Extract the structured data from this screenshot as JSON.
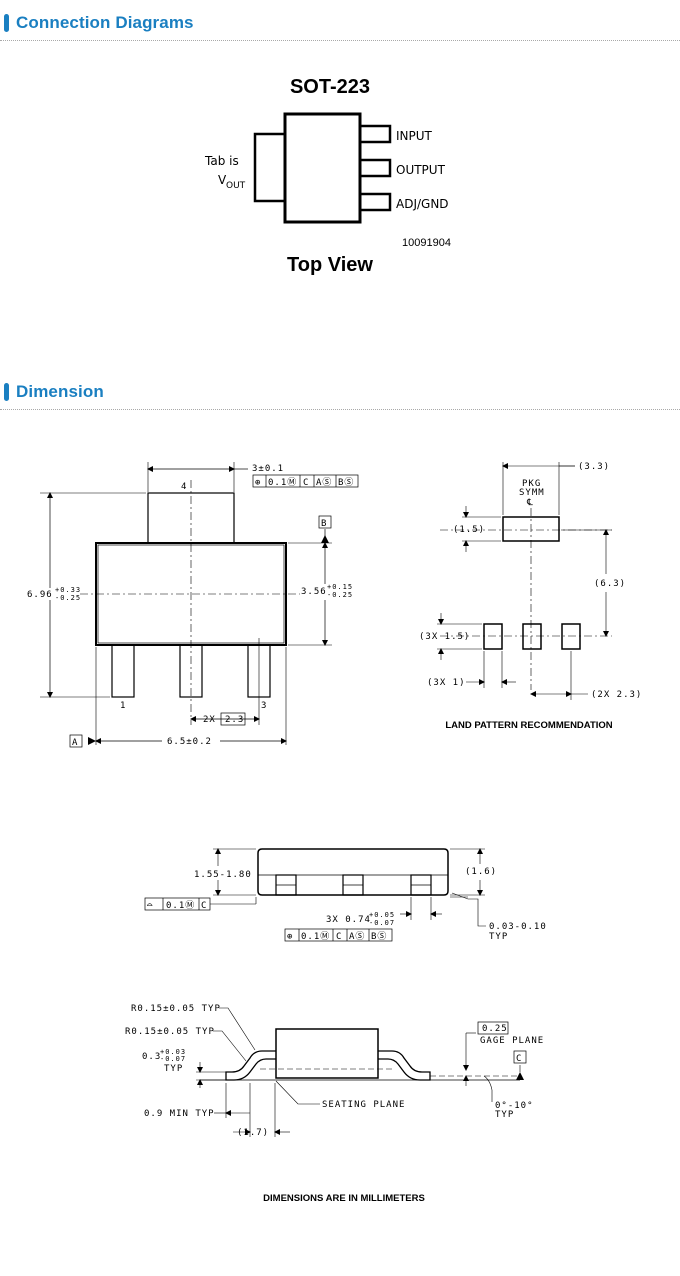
{
  "sections": {
    "connection_title": "Connection Diagrams",
    "dimension_title": "Dimension"
  },
  "connection": {
    "package": "SOT-223",
    "pins": [
      "INPUT",
      "OUTPUT",
      "ADJ/GND"
    ],
    "tab_line1": "Tab is",
    "tab_v": "V",
    "tab_sub": "OUT",
    "figure_id": "10091904",
    "view": "Top View"
  },
  "dimension": {
    "top_width": "3±0.1",
    "fcf1": [
      "⊕",
      "0.1Ⓜ",
      "C",
      "AⓈ",
      "BⓈ"
    ],
    "datum_a": "A",
    "datum_b": "B",
    "datum_c": "C",
    "pin4": "4",
    "pin1": "1",
    "pin3": "3",
    "height_main": "6.96",
    "height_tol_plus": "+0.33",
    "height_tol_minus": "-0.25",
    "body_h": "3.56",
    "body_h_plus": "+0.15",
    "body_h_minus": "-0.25",
    "pitch_prefix": "2X",
    "pitch_box": "2.3",
    "overall_width": "6.5±0.2",
    "land": {
      "pad_w": "(3.3)",
      "pkg_symm_1": "PKG",
      "pkg_symm_2": "SYMM",
      "pkg_symm_3": "℄",
      "tab_h": "(1.5)",
      "center_dist": "(6.3)",
      "pin_h": "(3X 1.5)",
      "pin_w": "(3X 1)",
      "pin_pitch": "(2X 2.3)",
      "caption": "LAND PATTERN RECOMMENDATION"
    },
    "side": {
      "height": "1.55-1.80",
      "ref_h": "(1.6)",
      "lead_w": "3X 0.74",
      "lead_w_plus": "+0.05",
      "lead_w_minus": "-0.07",
      "standoff": "0.03-0.10",
      "typ": "TYP",
      "flat_fcf": [
        "⌓",
        "0.1Ⓜ",
        "C"
      ],
      "pos_fcf": [
        "⊕",
        "0.1Ⓜ",
        "C",
        "AⓈ",
        "BⓈ"
      ]
    },
    "detail": {
      "r1": "R0.15±0.05 TYP",
      "r2": "R0.15±0.05 TYP",
      "thick": "0.3",
      "thick_plus": "+0.03",
      "thick_minus": "-0.07",
      "typ": "TYP",
      "min_len": "0.9 MIN TYP",
      "ref_len": "(1.7)",
      "seating": "SEATING PLANE",
      "gage_val": "0.25",
      "gage": "GAGE PLANE",
      "angle": "0°-10°",
      "angle_typ": "TYP"
    },
    "footer": "DIMENSIONS ARE IN MILLIMETERS"
  }
}
